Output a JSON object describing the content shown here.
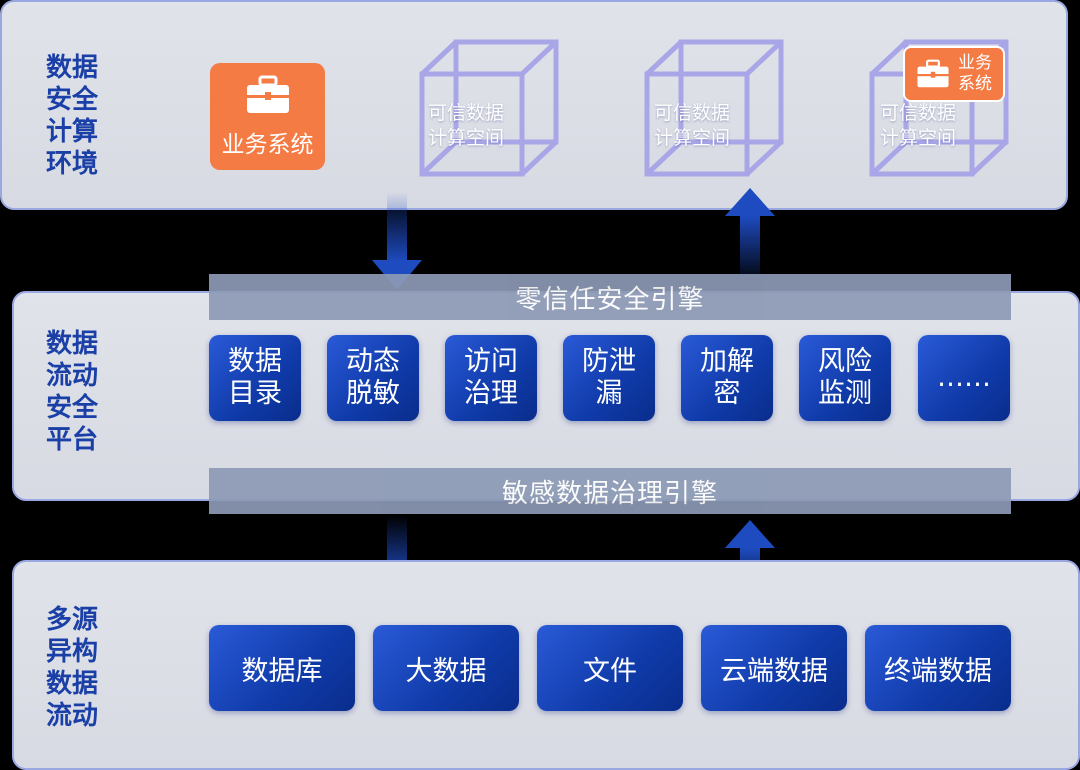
{
  "layers": {
    "top": {
      "label": "数据\n安全\n计算\n环境"
    },
    "mid": {
      "label": "数据\n流动\n安全\n平台"
    },
    "bot": {
      "label": "多源\n异构\n数据\n流动"
    }
  },
  "top_items": {
    "business_system": "业务系统",
    "trusted_space_1": "可信数据\n计算空间",
    "trusted_space_2": "可信数据\n计算空间",
    "trusted_space_3": "可信数据\n计算空间",
    "business_badge": "业务\n系统"
  },
  "engines": {
    "zero_trust": "零信任安全引擎",
    "sensitive_data": "敏感数据治理引擎"
  },
  "platform_modules": [
    "数据\n目录",
    "动态\n脱敏",
    "访问\n治理",
    "防泄\n漏",
    "加解\n密",
    "风险\n监测",
    "……"
  ],
  "data_sources": [
    "数据库",
    "大数据",
    "文件",
    "云端数据",
    "终端数据"
  ],
  "colors": {
    "label_blue": "#1a3fa6",
    "tile_blue": "#0f3aa8",
    "orange": "#f47b44",
    "cube_purple": "#a9a6e8",
    "engine_gray": "#8d9ab5"
  }
}
